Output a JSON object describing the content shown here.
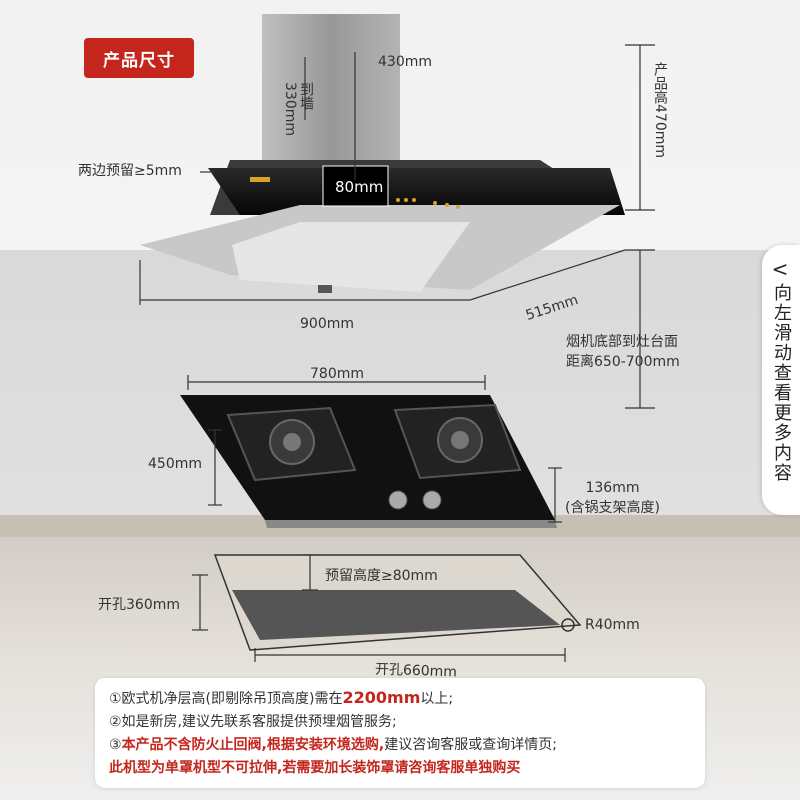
{
  "badge": "产品尺寸",
  "hood": {
    "width_top": "430mm",
    "to_wall_line1": "到墙",
    "to_wall_line2": "330mm",
    "height": "产品高470mm",
    "side_gap": "两边预留≥5mm",
    "thickness": "80mm",
    "width": "900mm",
    "depth": "515mm",
    "distance_line1": "烟机底部到灶台面",
    "distance_line2": "距离650-700mm"
  },
  "stove": {
    "width": "780mm",
    "depth": "450mm",
    "support_height_line1": "136mm",
    "support_height_line2": "(含锅支架高度)"
  },
  "cutout": {
    "reserve_height": "预留高度≥80mm",
    "depth": "开孔360mm",
    "radius": "R40mm",
    "width": "开孔660mm"
  },
  "side_tab": {
    "arrow": "<",
    "text": "向左滑动查看更多内容"
  },
  "notes": {
    "n1_prefix": "①欧式机净层高(即剔除吊顶高度)需在",
    "n1_highlight": "2200mm",
    "n1_suffix": "以上;",
    "n2": "②如是新房,建议先联系客服提供预埋烟管服务;",
    "n3_prefix": "③",
    "n3_highlight": "本产品不含防火止回阀,根据安装环境选购,",
    "n3_suffix": "建议咨询客服或查询详情页;",
    "n4": "此机型为单罩机型不可拉伸,若需要加长装饰罩请咨询客服单独购买"
  },
  "colors": {
    "accent": "#c4261d",
    "glass": "#111111",
    "steel": "#a9a9a9"
  }
}
